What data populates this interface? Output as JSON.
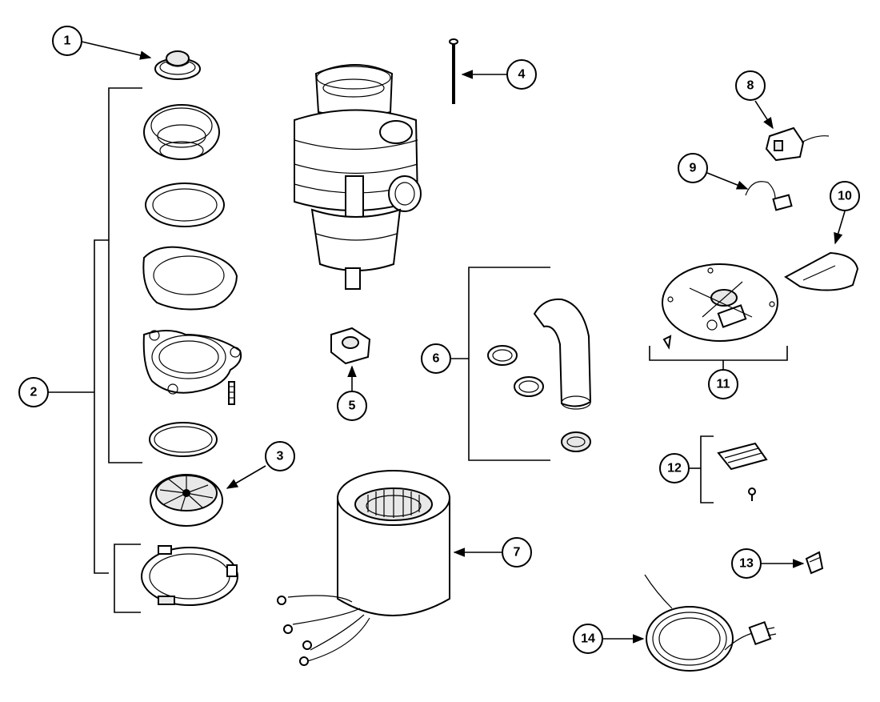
{
  "diagram": {
    "callouts": [
      "1",
      "2",
      "3",
      "4",
      "5",
      "6",
      "7",
      "8",
      "9",
      "10",
      "11",
      "12",
      "13",
      "14"
    ]
  },
  "colors": {
    "line": "#000000",
    "background": "#ffffff",
    "shade": "#e8e8e8"
  }
}
